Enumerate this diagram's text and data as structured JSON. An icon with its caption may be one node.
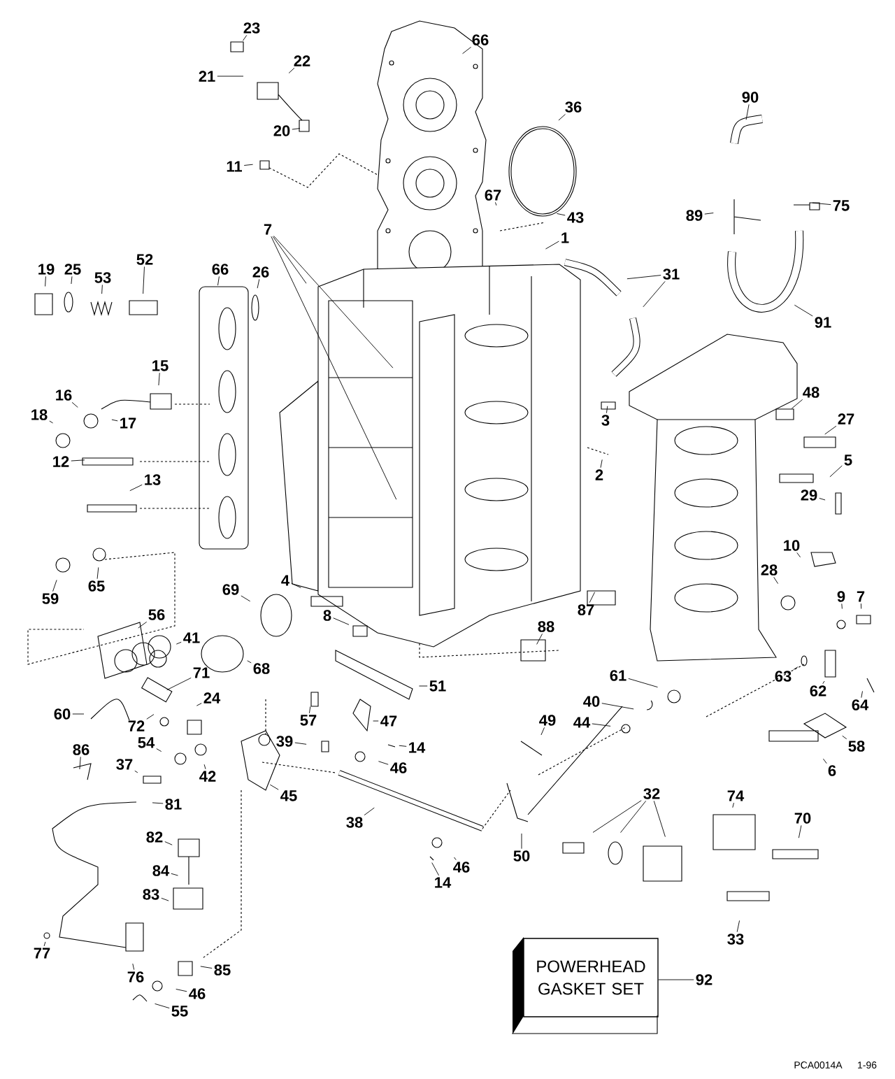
{
  "diagram": {
    "nodes": [
      {
        "text": [
          "23"
        ]
      },
      {
        "text": [
          "66"
        ]
      },
      {
        "text": [
          "22"
        ]
      },
      {
        "text": [
          "21"
        ]
      },
      {
        "text": [
          "90"
        ]
      },
      {
        "text": [
          "36"
        ]
      },
      {
        "text": [
          "20"
        ]
      },
      {
        "text": [
          "11"
        ]
      },
      {
        "text": [
          "67"
        ]
      },
      {
        "text": [
          "75"
        ]
      },
      {
        "text": [
          "89"
        ]
      },
      {
        "text": [
          "43"
        ]
      },
      {
        "text": [
          "7"
        ]
      },
      {
        "text": [
          "1"
        ]
      },
      {
        "text": [
          "19"
        ]
      },
      {
        "text": [
          "25"
        ]
      },
      {
        "text": [
          "53"
        ]
      },
      {
        "text": [
          "52"
        ]
      },
      {
        "text": [
          "66"
        ]
      },
      {
        "text": [
          "26"
        ]
      },
      {
        "text": [
          "31"
        ]
      },
      {
        "text": [
          "91"
        ]
      },
      {
        "text": [
          "15"
        ]
      },
      {
        "text": [
          "16"
        ]
      },
      {
        "text": [
          "48"
        ]
      },
      {
        "text": [
          "18"
        ]
      },
      {
        "text": [
          "27"
        ]
      },
      {
        "text": [
          "3"
        ]
      },
      {
        "text": [
          "17"
        ]
      },
      {
        "text": [
          "12"
        ]
      },
      {
        "text": [
          "5"
        ]
      },
      {
        "text": [
          "2"
        ]
      },
      {
        "text": [
          "13"
        ]
      },
      {
        "text": [
          "29"
        ]
      },
      {
        "text": [
          "10"
        ]
      },
      {
        "text": [
          "28"
        ]
      },
      {
        "text": [
          "65"
        ]
      },
      {
        "text": [
          "4"
        ]
      },
      {
        "text": [
          "59"
        ]
      },
      {
        "text": [
          "69"
        ]
      },
      {
        "text": [
          "9"
        ]
      },
      {
        "text": [
          "7"
        ]
      },
      {
        "text": [
          "87"
        ]
      },
      {
        "text": [
          "56"
        ]
      },
      {
        "text": [
          "8"
        ]
      },
      {
        "text": [
          "88"
        ]
      },
      {
        "text": [
          "41"
        ]
      },
      {
        "text": [
          "68"
        ]
      },
      {
        "text": [
          "71"
        ]
      },
      {
        "text": [
          "61"
        ]
      },
      {
        "text": [
          "63"
        ]
      },
      {
        "text": [
          "51"
        ]
      },
      {
        "text": [
          "62"
        ]
      },
      {
        "text": [
          "24"
        ]
      },
      {
        "text": [
          "40"
        ]
      },
      {
        "text": [
          "64"
        ]
      },
      {
        "text": [
          "60"
        ]
      },
      {
        "text": [
          "57"
        ]
      },
      {
        "text": [
          "47"
        ]
      },
      {
        "text": [
          "44"
        ]
      },
      {
        "text": [
          "72"
        ]
      },
      {
        "text": [
          "49"
        ]
      },
      {
        "text": [
          "39"
        ]
      },
      {
        "text": [
          "54"
        ]
      },
      {
        "text": [
          "14"
        ]
      },
      {
        "text": [
          "58"
        ]
      },
      {
        "text": [
          "86"
        ]
      },
      {
        "text": [
          "46"
        ]
      },
      {
        "text": [
          "37"
        ]
      },
      {
        "text": [
          "6"
        ]
      },
      {
        "text": [
          "42"
        ]
      },
      {
        "text": [
          "45"
        ]
      },
      {
        "text": [
          "32"
        ]
      },
      {
        "text": [
          "74"
        ]
      },
      {
        "text": [
          "81"
        ]
      },
      {
        "text": [
          "70"
        ]
      },
      {
        "text": [
          "38"
        ]
      },
      {
        "text": [
          "82"
        ]
      },
      {
        "text": [
          "50"
        ]
      },
      {
        "text": [
          "46"
        ]
      },
      {
        "text": [
          "84"
        ]
      },
      {
        "text": [
          "14"
        ]
      },
      {
        "text": [
          "83"
        ]
      },
      {
        "text": [
          "33"
        ]
      },
      {
        "text": [
          "77"
        ]
      },
      {
        "text": [
          "POWERHEAD GASKET SET"
        ]
      },
      {
        "text": [
          "92"
        ]
      },
      {
        "text": [
          "85"
        ]
      },
      {
        "text": [
          "76"
        ]
      },
      {
        "text": [
          "46"
        ]
      },
      {
        "text": [
          "55"
        ]
      }
    ],
    "edges": [
      {
        "from": 0,
        "to": null,
        "arrow": "none"
      },
      {
        "from": 1,
        "to": null,
        "arrow": "none"
      },
      {
        "from": 2,
        "to": null,
        "arrow": "none"
      },
      {
        "from": 3,
        "to": null,
        "arrow": "none"
      },
      {
        "from": 4,
        "to": null,
        "arrow": "none"
      },
      {
        "from": 5,
        "to": null,
        "arrow": "none"
      },
      {
        "from": 6,
        "to": null,
        "arrow": "none"
      },
      {
        "from": 7,
        "to": null,
        "arrow": "none"
      },
      {
        "from": 8,
        "to": null,
        "arrow": "none"
      },
      {
        "from": 9,
        "to": null,
        "arrow": "none"
      },
      {
        "from": 10,
        "to": null,
        "arrow": "none"
      },
      {
        "from": 11,
        "to": null,
        "arrow": "none"
      },
      {
        "from": 12,
        "to": null,
        "arrow": "none"
      },
      {
        "from": 12,
        "to": null,
        "arrow": "none"
      },
      {
        "from": 12,
        "to": null,
        "arrow": "none"
      },
      {
        "from": 13,
        "to": null,
        "arrow": "none"
      },
      {
        "from": 14,
        "to": null,
        "arrow": "none"
      },
      {
        "from": 15,
        "to": null,
        "arrow": "none"
      },
      {
        "from": 16,
        "to": null,
        "arrow": "none"
      },
      {
        "from": 17,
        "to": null,
        "arrow": "none"
      },
      {
        "from": 18,
        "to": null,
        "arrow": "none"
      },
      {
        "from": 19,
        "to": null,
        "arrow": "none"
      },
      {
        "from": 20,
        "to": null,
        "arrow": "none"
      },
      {
        "from": 20,
        "to": null,
        "arrow": "none"
      },
      {
        "from": 21,
        "to": null,
        "arrow": "none"
      },
      {
        "from": 22,
        "to": null,
        "arrow": "none"
      },
      {
        "from": 23,
        "to": null,
        "arrow": "none"
      },
      {
        "from": 24,
        "to": null,
        "arrow": "none"
      },
      {
        "from": 25,
        "to": null,
        "arrow": "none"
      },
      {
        "from": 26,
        "to": null,
        "arrow": "none"
      },
      {
        "from": 27,
        "to": null,
        "arrow": "none"
      },
      {
        "from": 28,
        "to": null,
        "arrow": "none"
      },
      {
        "from": 29,
        "to": null,
        "arrow": "none"
      },
      {
        "from": 30,
        "to": null,
        "arrow": "none"
      },
      {
        "from": 31,
        "to": null,
        "arrow": "none"
      },
      {
        "from": 32,
        "to": null,
        "arrow": "none"
      },
      {
        "from": 33,
        "to": null,
        "arrow": "none"
      },
      {
        "from": 34,
        "to": null,
        "arrow": "none"
      },
      {
        "from": 35,
        "to": null,
        "arrow": "none"
      },
      {
        "from": 36,
        "to": null,
        "arrow": "none"
      },
      {
        "from": 37,
        "to": null,
        "arrow": "none"
      },
      {
        "from": 38,
        "to": null,
        "arrow": "none"
      },
      {
        "from": 39,
        "to": null,
        "arrow": "none"
      },
      {
        "from": 40,
        "to": null,
        "arrow": "none"
      },
      {
        "from": 41,
        "to": null,
        "arrow": "none"
      },
      {
        "from": 42,
        "to": null,
        "arrow": "none"
      },
      {
        "from": 43,
        "to": null,
        "arrow": "none"
      },
      {
        "from": 44,
        "to": null,
        "arrow": "none"
      },
      {
        "from": 45,
        "to": null,
        "arrow": "none"
      },
      {
        "from": 46,
        "to": null,
        "arrow": "none"
      },
      {
        "from": 47,
        "to": null,
        "arrow": "none"
      },
      {
        "from": 48,
        "to": null,
        "arrow": "none"
      },
      {
        "from": 49,
        "to": null,
        "arrow": "none"
      },
      {
        "from": 50,
        "to": null,
        "arrow": "none"
      },
      {
        "from": 51,
        "to": null,
        "arrow": "none"
      },
      {
        "from": 52,
        "to": null,
        "arrow": "none"
      },
      {
        "from": 53,
        "to": null,
        "arrow": "none"
      },
      {
        "from": 54,
        "to": null,
        "arrow": "none"
      },
      {
        "from": 55,
        "to": null,
        "arrow": "none"
      },
      {
        "from": 56,
        "to": null,
        "arrow": "none"
      },
      {
        "from": 57,
        "to": null,
        "arrow": "none"
      },
      {
        "from": 58,
        "to": null,
        "arrow": "none"
      },
      {
        "from": 59,
        "to": null,
        "arrow": "none"
      },
      {
        "from": 60,
        "to": null,
        "arrow": "none"
      },
      {
        "from": 61,
        "to": null,
        "arrow": "none"
      },
      {
        "from": 62,
        "to": null,
        "arrow": "none"
      },
      {
        "from": 63,
        "to": null,
        "arrow": "none"
      },
      {
        "from": 64,
        "to": null,
        "arrow": "none"
      },
      {
        "from": 65,
        "to": null,
        "arrow": "none"
      },
      {
        "from": 66,
        "to": null,
        "arrow": "none"
      },
      {
        "from": 67,
        "to": null,
        "arrow": "none"
      },
      {
        "from": 68,
        "to": null,
        "arrow": "none"
      },
      {
        "from": 69,
        "to": null,
        "arrow": "none"
      },
      {
        "from": 70,
        "to": null,
        "arrow": "none"
      },
      {
        "from": 71,
        "to": null,
        "arrow": "none"
      },
      {
        "from": 72,
        "to": null,
        "arrow": "none"
      },
      {
        "from": 72,
        "to": null,
        "arrow": "none"
      },
      {
        "from": 72,
        "to": null,
        "arrow": "none"
      },
      {
        "from": 73,
        "to": null,
        "arrow": "none"
      },
      {
        "from": 74,
        "to": null,
        "arrow": "none"
      },
      {
        "from": 75,
        "to": null,
        "arrow": "none"
      },
      {
        "from": 76,
        "to": null,
        "arrow": "none"
      },
      {
        "from": 77,
        "to": null,
        "arrow": "none"
      },
      {
        "from": 78,
        "to": null,
        "arrow": "none"
      },
      {
        "from": 79,
        "to": null,
        "arrow": "none"
      },
      {
        "from": 80,
        "to": null,
        "arrow": "none"
      },
      {
        "from": 81,
        "to": null,
        "arrow": "none"
      },
      {
        "from": 82,
        "to": null,
        "arrow": "none"
      },
      {
        "from": 83,
        "to": null,
        "arrow": "none"
      },
      {
        "from": 84,
        "to": null,
        "arrow": "none"
      },
      {
        "from": 86,
        "to": 85,
        "arrow": "none"
      },
      {
        "from": 87,
        "to": null,
        "arrow": "none"
      },
      {
        "from": 88,
        "to": null,
        "arrow": "none"
      },
      {
        "from": 89,
        "to": null,
        "arrow": "none"
      },
      {
        "from": 90,
        "to": null,
        "arrow": "none"
      }
    ],
    "labels": [
      "PCA0014A",
      "1-96"
    ]
  }
}
